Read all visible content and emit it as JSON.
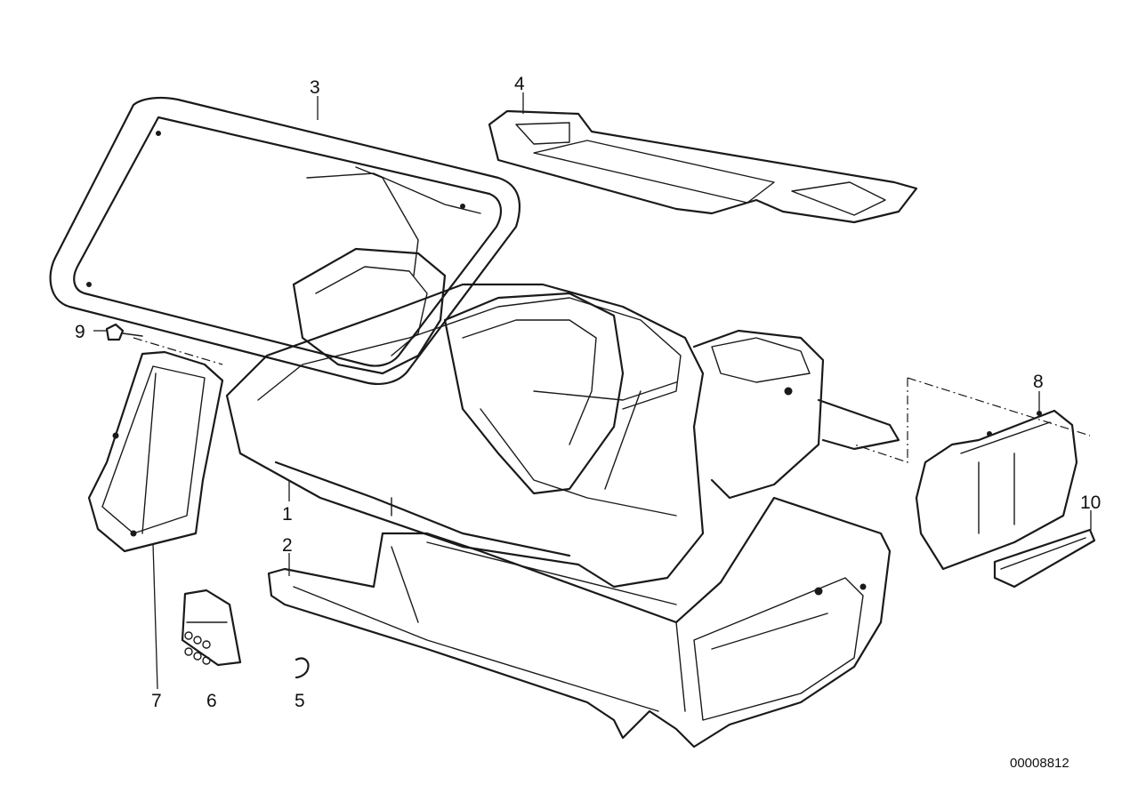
{
  "callouts": [
    {
      "id": "1",
      "label": "1"
    },
    {
      "id": "2",
      "label": "2"
    },
    {
      "id": "3",
      "label": "3"
    },
    {
      "id": "4",
      "label": "4"
    },
    {
      "id": "5",
      "label": "5"
    },
    {
      "id": "6",
      "label": "6"
    },
    {
      "id": "7",
      "label": "7"
    },
    {
      "id": "8",
      "label": "8"
    },
    {
      "id": "9",
      "label": "9"
    },
    {
      "id": "10",
      "label": "10"
    }
  ],
  "document_number": "00008812",
  "colors": {
    "line": "#1a1a1a",
    "background": "#ffffff"
  }
}
